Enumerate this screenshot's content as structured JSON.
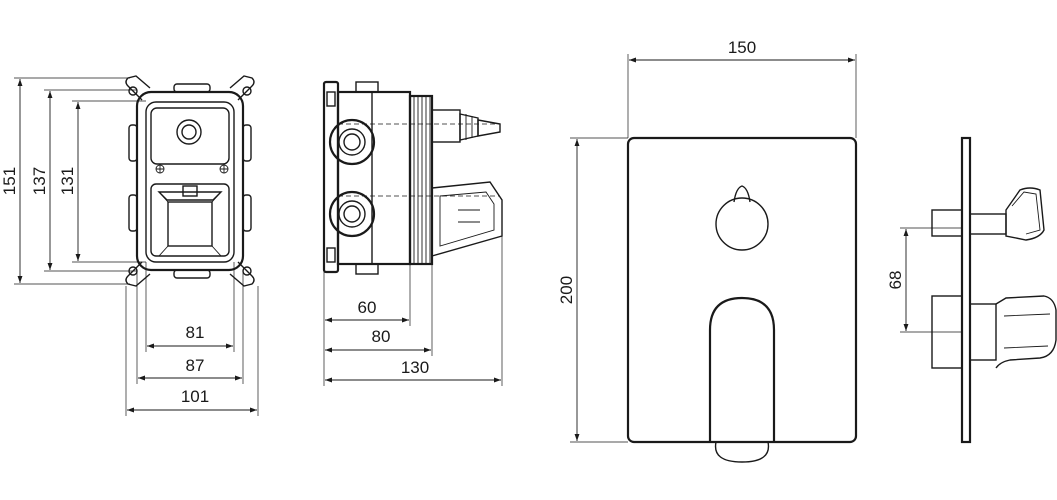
{
  "dimensions": {
    "box_height_outer": "151",
    "box_height_mid": "137",
    "box_height_inner": "131",
    "box_width_inner": "81",
    "box_width_mid": "87",
    "box_width_outer": "101",
    "depth_min": "60",
    "depth_mid": "80",
    "depth_total": "130",
    "plate_width": "150",
    "plate_height": "200",
    "axis_spacing": "68"
  }
}
